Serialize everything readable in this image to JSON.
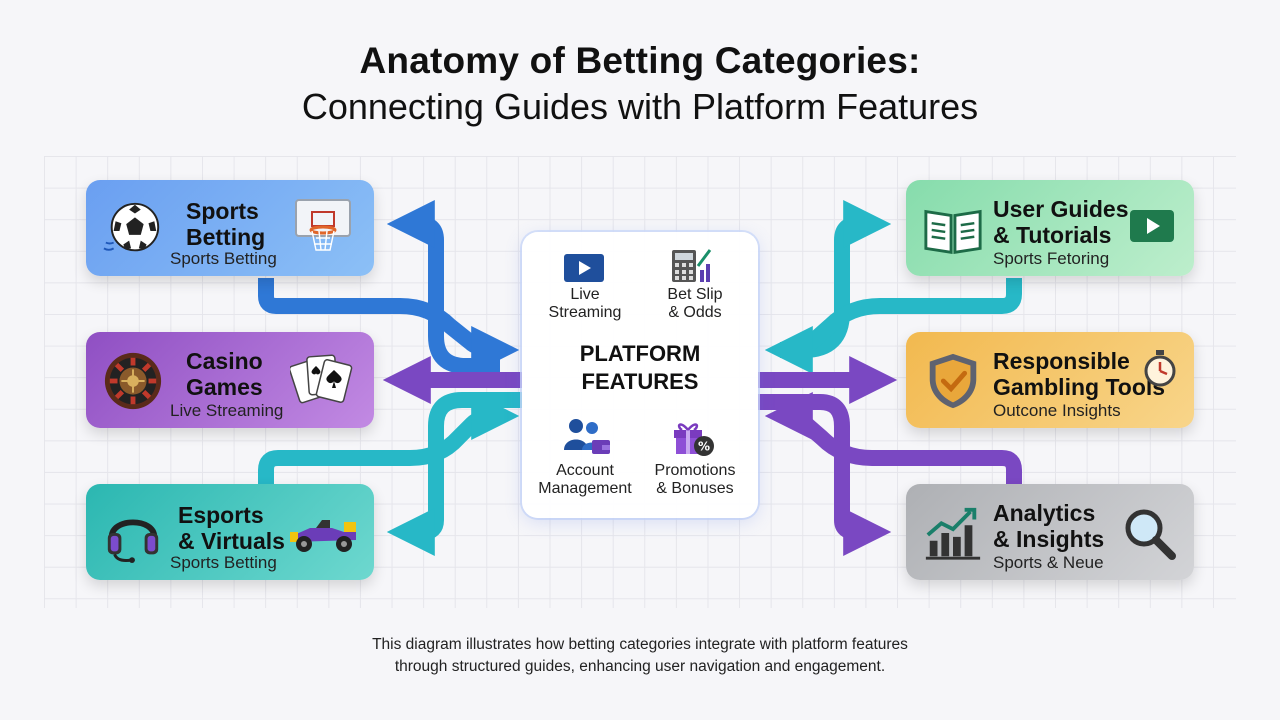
{
  "title_line1": "Anatomy of Betting Categories:",
  "title_line2": "Connecting Guides with Platform Features",
  "categories": [
    {
      "heading_1": "Sports",
      "heading_2": "Betting",
      "sub": "Sports Betting",
      "color": "#6a9ff1"
    },
    {
      "heading_1": "Casino",
      "heading_2": "Games",
      "sub": "Live Streaming",
      "color": "#8f4fc3"
    },
    {
      "heading_1": "Esports",
      "heading_2": "& Virtuals",
      "sub": "Sports Betting",
      "color": "#2bb7b1"
    }
  ],
  "features": [
    {
      "heading_1": "User Guides",
      "heading_2": "& Tutorials",
      "sub": "Sports Fetoring",
      "color": "#86dcac"
    },
    {
      "heading_1": "Responsible",
      "heading_2": "Gambling Tools",
      "sub": "Outcone Insights",
      "color": "#f2b94f"
    },
    {
      "heading_1": "Analytics",
      "heading_2": "& Insights",
      "sub": "Sports & Neue",
      "color": "#aeb0b4"
    }
  ],
  "hub": {
    "title_1": "PLATFORM",
    "title_2": "FEATURES",
    "items": [
      {
        "line_1": "Live",
        "line_2": "Streaming",
        "icon": "video-play-icon"
      },
      {
        "line_1": "Bet Slip",
        "line_2": "& Odds",
        "icon": "calculator-chart-icon"
      },
      {
        "line_1": "Account",
        "line_2": "Management",
        "icon": "users-wallet-icon"
      },
      {
        "line_1": "Promotions",
        "line_2": "& Bonuses",
        "icon": "gift-percent-icon"
      }
    ]
  },
  "caption_line1": "This diagram illustrates how betting categories integrate with platform features",
  "caption_line2": "through structured guides, enhancing user navigation and engagement.",
  "arrow_colors": {
    "blue": "#2f78d6",
    "purple": "#7a48c2",
    "teal": "#27b8c7"
  }
}
